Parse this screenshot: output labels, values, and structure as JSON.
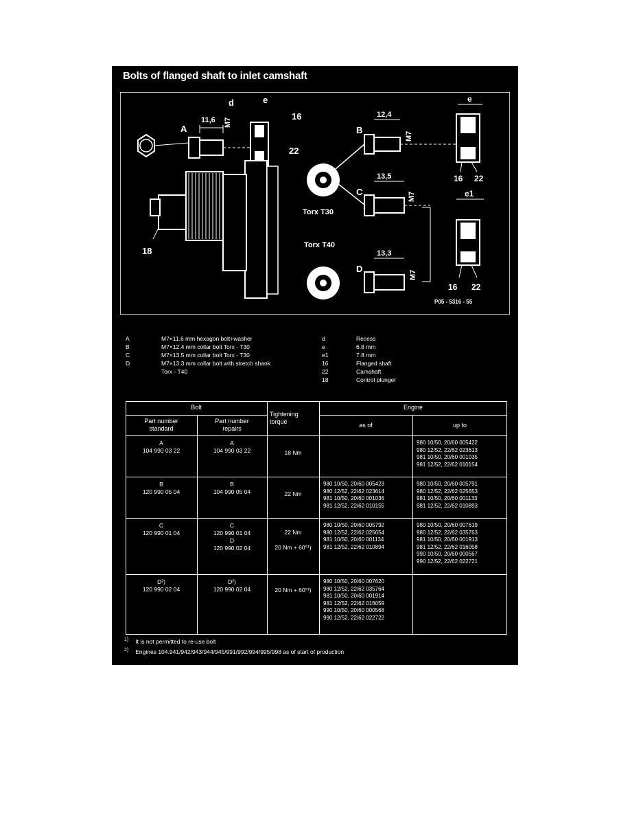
{
  "title": "Bolts of flanged shaft to inlet camshaft",
  "diagram": {
    "labels": {
      "d": "d",
      "e": "e",
      "e1": "e1",
      "A": "A",
      "B": "B",
      "C": "C",
      "D": "D",
      "n16": "16",
      "n22": "22",
      "n18": "18",
      "dimA": "11,6",
      "dimB": "12,4",
      "dimC": "13,5",
      "dimD": "13,3",
      "m7": "M7",
      "torx30": "Torx T30",
      "torx40": "Torx T40",
      "ref": "P05 - 5316 - 55"
    }
  },
  "legend": [
    {
      "key": "A",
      "text": "M7×11.6 mm hexagon bolt+washer"
    },
    {
      "key": "B",
      "text": "M7×12.4 mm collar bolt Torx - T30"
    },
    {
      "key": "C",
      "text": "M7×13.5 mm collar bolt Torx - T30"
    },
    {
      "key": "D",
      "text": "M7×13.3 mm collar bolt with stretch shank"
    },
    {
      "key": "",
      "text": "Torx - T40"
    }
  ],
  "legend_right": [
    {
      "key": "d",
      "text": "Recess"
    },
    {
      "key": "e",
      "text": "6.8 mm"
    },
    {
      "key": "e1",
      "text": "7.8 mm"
    },
    {
      "key": "16",
      "text": "Flanged shaft"
    },
    {
      "key": "22",
      "text": "Camshaft"
    },
    {
      "key": "18",
      "text": "Control plunger"
    }
  ],
  "table": {
    "headers": {
      "bolt": "Bolt",
      "pn_standard": "Part number\nstandard",
      "pn_repairs": "Part number\nrepairs",
      "torque": "Tightening\ntorque",
      "engine": "Engine",
      "as_of": "as of",
      "up_to": "up to"
    },
    "rows": [
      {
        "std": "A\n104 990 03 22",
        "rep": "A\n104 990 03 22",
        "torque": "18 Nm",
        "as_of": "",
        "up_to": "980 10/50, 20/60 005422\n980 12/52, 22/62 023613\n981 10/50, 20/60 001035\n981 12/52, 22/62 010154"
      },
      {
        "std": "B\n120 990 05 04",
        "rep": "B\n104 990 05 04",
        "torque": "22 Nm",
        "as_of": "980 10/50, 20/60 005423\n980 12/52, 22/62 023614\n981 10/50, 20/60 001036\n981 12/52, 22/62 010155",
        "up_to": "980 10/50, 20/60 005791\n980 12/52, 22/62 025653\n981 10/50, 20/60 001133\n981 12/52, 22/62 010893"
      },
      {
        "std": "C\n120 990 01 04",
        "rep": "C\n120 990 01 04\nD\n120 990 02 04",
        "torque": "22 Nm\n\n20 Nm + 60°¹)",
        "as_of": "980 10/50, 20/60 005792\n980 12/52, 22/62 025654\n981 10/50, 20/60 001134\n981 12/52, 22/62 010894",
        "up_to": "980 10/50, 20/60 007619\n980 12/52, 22/62 035763\n981 10/50, 20/60 001913\n981 12/52, 22/62 016058\n990 10/50, 20/60 000567\n990 12/52, 22/62 022721"
      },
      {
        "std": "D²)\n120 990 02 04",
        "rep": "D²)\n120 990 02 04",
        "torque": "20 Nm + 60°¹)",
        "as_of": "980 10/50, 20/60 007620\n980 12/52, 22/62 035764\n981 10/50, 20/60 001914\n981 12/52, 22/62 016059\n990 10/50, 20/60 000568\n990 12/52, 22/62 022722",
        "up_to": ""
      }
    ]
  },
  "notes": [
    {
      "mark": "1)",
      "text": "It is not permitted to re-use bolt"
    },
    {
      "mark": "2)",
      "text": "Engines 104.941/942/943/944/945/991/992/994/995/998 as of start of production"
    }
  ]
}
